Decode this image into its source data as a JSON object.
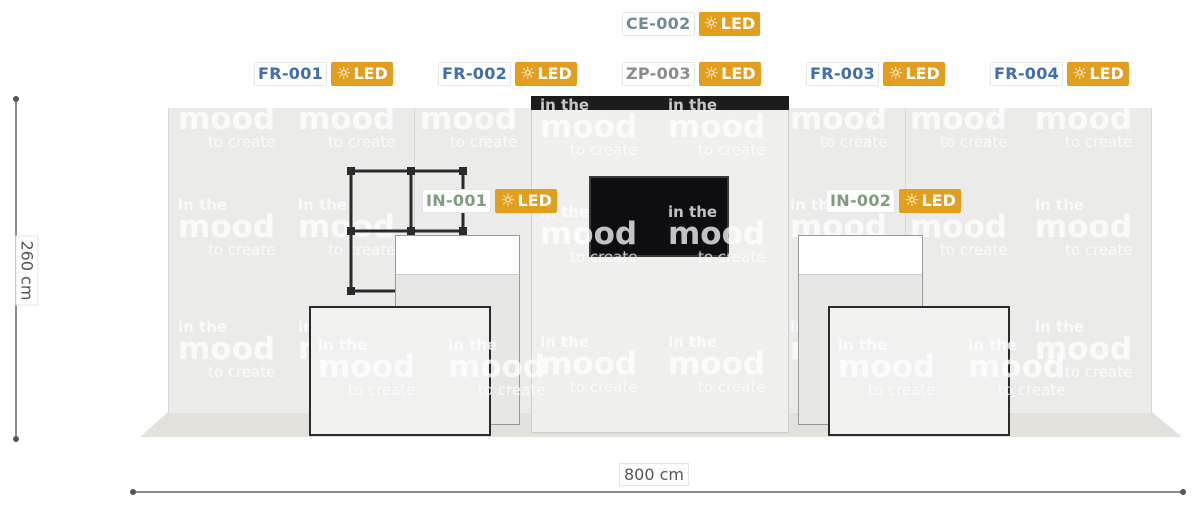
{
  "labels": [
    {
      "code": "CE-002",
      "led": "LED",
      "kind": "ce"
    },
    {
      "code": "FR-001",
      "led": "LED",
      "kind": "fr"
    },
    {
      "code": "FR-002",
      "led": "LED",
      "kind": "fr"
    },
    {
      "code": "ZP-003",
      "led": "LED",
      "kind": "zp"
    },
    {
      "code": "FR-003",
      "led": "LED",
      "kind": "fr"
    },
    {
      "code": "FR-004",
      "led": "LED",
      "kind": "fr"
    },
    {
      "code": "IN-001",
      "led": "LED",
      "kind": "in"
    },
    {
      "code": "IN-002",
      "led": "LED",
      "kind": "in"
    }
  ],
  "dimensions": {
    "height": "260 cm",
    "width": "800 cm"
  },
  "watermark": {
    "line1": "in the",
    "line2": "mood",
    "line3": "to create"
  },
  "colors": {
    "fr": "#3f6fa8",
    "in": "#7d9f7a",
    "zp": "#8c8c8c",
    "ce": "#6a8e95",
    "led": "#e19e1f"
  },
  "icons": {
    "led": "sun-icon"
  }
}
